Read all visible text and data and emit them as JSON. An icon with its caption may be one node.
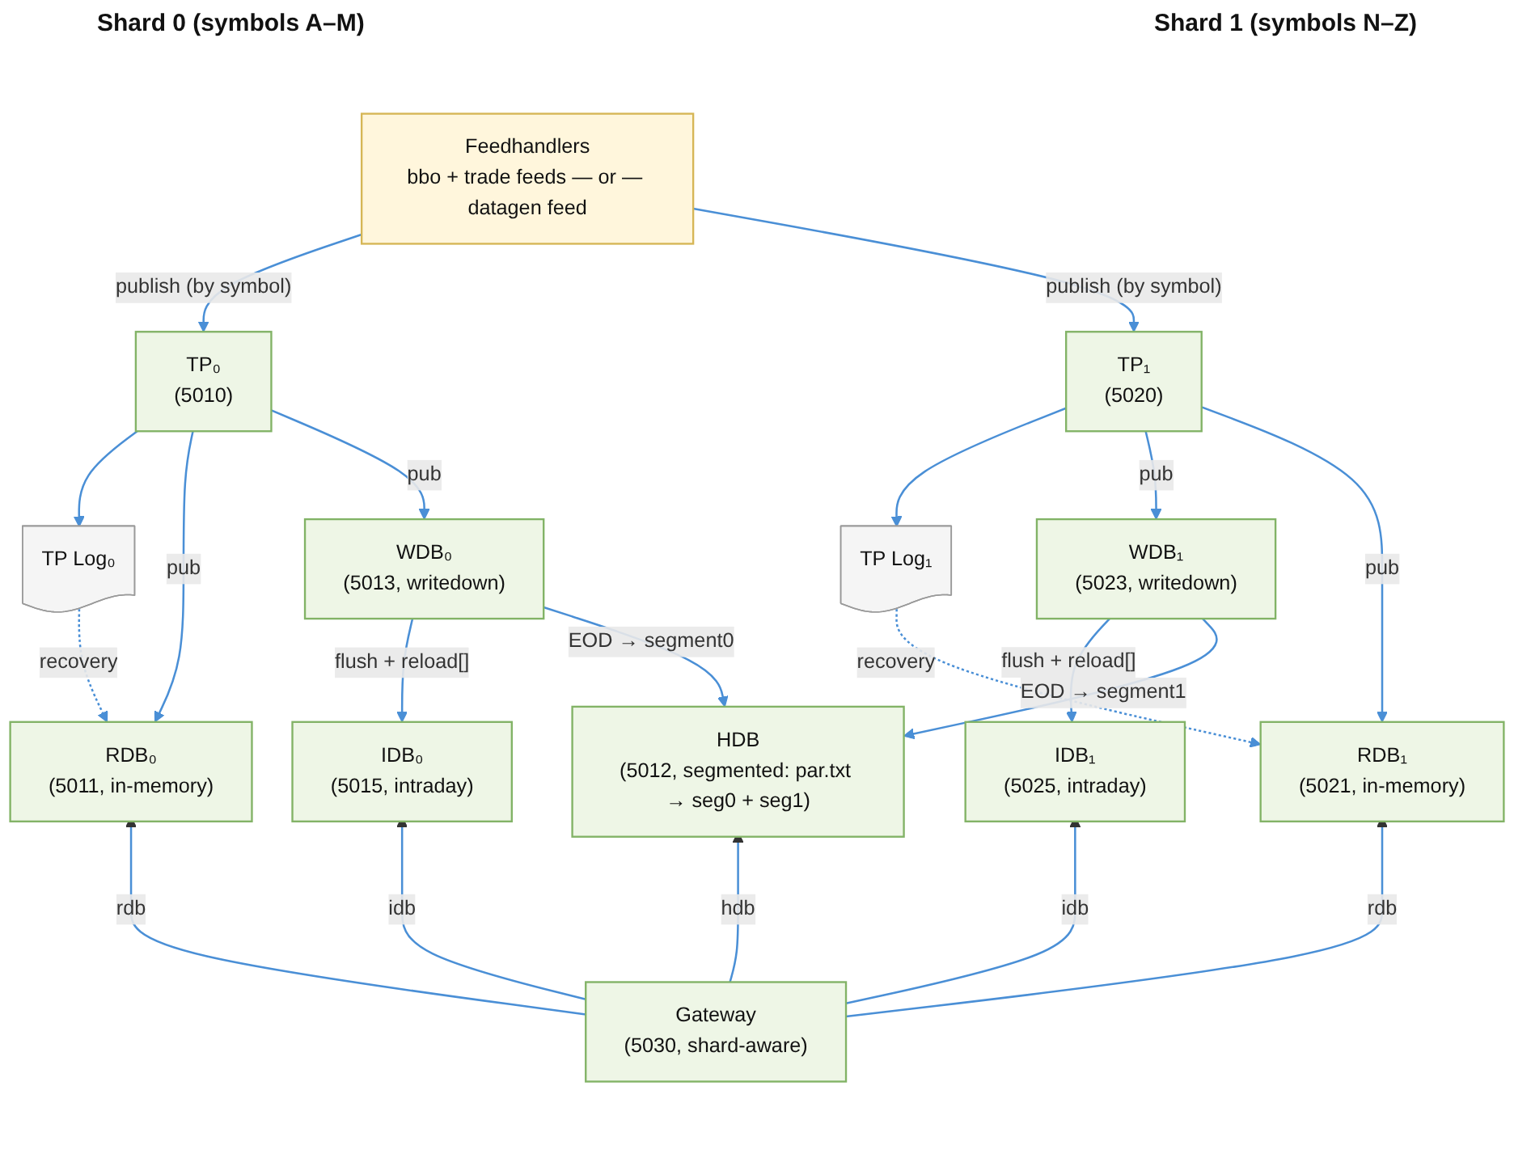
{
  "diagram": {
    "nodes": [
      {
        "text": [
          "Feedhandlers",
          "bbo + trade feeds — or — datagen feed"
        ]
      },
      {
        "text": [
          "TP₀",
          "(5010)"
        ]
      },
      {
        "text": [
          "TP Log₀"
        ]
      },
      {
        "text": [
          "RDB₀",
          "(5011, in-memory)"
        ]
      },
      {
        "text": [
          "IDB₀",
          "(5015, intraday)"
        ]
      },
      {
        "text": [
          "WDB₀",
          "(5013, writedown)"
        ]
      },
      {
        "text": [
          "TP₁",
          "(5020)"
        ]
      },
      {
        "text": [
          "TP Log₁"
        ]
      },
      {
        "text": [
          "WDB₁",
          "(5023, writedown)"
        ]
      },
      {
        "text": [
          "IDB₁",
          "(5025, intraday)"
        ]
      },
      {
        "text": [
          "RDB₁",
          "(5021, in-memory)"
        ]
      },
      {
        "text": [
          "HDB",
          "(5012, segmented: par.txt → seg0 + seg1)"
        ]
      },
      {
        "text": [
          "Gateway",
          "(5030, shard-aware)"
        ]
      }
    ],
    "edges": [
      {
        "from": 0,
        "to": 1,
        "arrow": "to",
        "label": "publish (by symbol)"
      },
      {
        "from": 0,
        "to": 6,
        "arrow": "to",
        "label": "publish (by symbol)"
      },
      {
        "from": 1,
        "to": 2,
        "arrow": "to"
      },
      {
        "from": 1,
        "to": 3,
        "arrow": "to",
        "label": "pub"
      },
      {
        "from": 1,
        "to": 5,
        "arrow": "to",
        "label": "pub"
      },
      {
        "from": 2,
        "to": 3,
        "arrow": "to",
        "label": "recovery",
        "style": "dashed"
      },
      {
        "from": 5,
        "to": 4,
        "arrow": "to",
        "label": "flush + reload[]"
      },
      {
        "from": 6,
        "to": 7,
        "arrow": "to"
      },
      {
        "from": 6,
        "to": 8,
        "arrow": "to",
        "label": "pub"
      },
      {
        "from": 6,
        "to": 10,
        "arrow": "to",
        "label": "pub"
      },
      {
        "from": 7,
        "to": 10,
        "arrow": "to",
        "label": "recovery",
        "style": "dashed"
      },
      {
        "from": 8,
        "to": 9,
        "arrow": "to",
        "label": "flush + reload[]"
      },
      {
        "from": 5,
        "to": 11,
        "arrow": "to",
        "label": "EOD → segment0"
      },
      {
        "from": 8,
        "to": 11,
        "arrow": "to",
        "label": "EOD → segment1"
      },
      {
        "from": 12,
        "to": 11,
        "arrow": "to",
        "label": "hdb"
      },
      {
        "from": 12,
        "to": 4,
        "arrow": "to",
        "label": "idb"
      },
      {
        "from": 12,
        "to": 3,
        "arrow": "to",
        "label": "rdb"
      },
      {
        "from": 12,
        "to": 9,
        "arrow": "to",
        "label": "idb"
      },
      {
        "from": 12,
        "to": 10,
        "arrow": "to",
        "label": "rdb"
      }
    ],
    "labels": [
      "Shard 0 (symbols A–M)",
      "Shard 1 (symbols N–Z)"
    ]
  }
}
